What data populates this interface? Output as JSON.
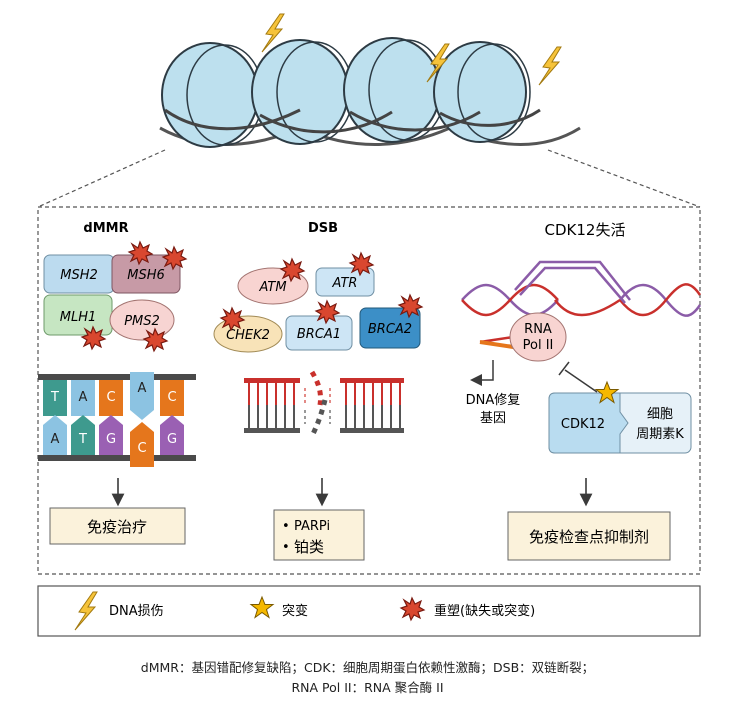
{
  "panels": {
    "dmmr": {
      "title": "dMMR",
      "proteins": [
        "MSH2",
        "MSH6",
        "MLH1",
        "PMS2"
      ],
      "dna_top": [
        "T",
        "A",
        "C",
        "A",
        "C"
      ],
      "dna_bottom": [
        "A",
        "T",
        "G",
        "C",
        "G"
      ],
      "therapy": "免疫治疗",
      "colors": {
        "msh2": "#bcdbef",
        "msh6": "#c79aa6",
        "mlh1": "#c6e6c2",
        "pms2": "#f7d4d2",
        "teal": "#3e9a8e",
        "blue": "#8cc3e2",
        "orange": "#e5761c",
        "purple": "#9a60b3"
      }
    },
    "dsb": {
      "title": "DSB",
      "proteins": [
        "ATM",
        "ATR",
        "CHEK2",
        "BRCA1",
        "BRCA2"
      ],
      "therapy_items": [
        "PARPi",
        "铂类"
      ],
      "colors": {
        "atm": "#f8d4d1",
        "atr": "#cde5f5",
        "chek2": "#f8e3b8",
        "brca1": "#cde5f5",
        "brca2": "#3c8fc7",
        "rung": "#c9302c",
        "rail": "#555555"
      }
    },
    "cdk12": {
      "title": "CDK12失活",
      "rnapol": [
        "RNA",
        "Pol II"
      ],
      "dna_repair_gene": [
        "DNA修复",
        "基因"
      ],
      "cdk12_label": "CDK12",
      "cyclin": [
        "细胞",
        "周期素K"
      ],
      "therapy": "免疫检查点抑制剂",
      "colors": {
        "helix_red": "#c9302c",
        "helix_purple": "#8b5ca8",
        "cdk12_box": "#b9dcf0",
        "star": "#f5b800"
      }
    }
  },
  "legend": {
    "items": [
      {
        "icon": "lightning-icon",
        "label": "DNA损伤"
      },
      {
        "icon": "star-icon",
        "label": "突变"
      },
      {
        "icon": "burst-icon",
        "label": "重塑(缺失或突变)"
      }
    ]
  },
  "footnote": {
    "line1": "dMMR：基因错配修复缺陷；CDK：细胞周期蛋白依赖性激酶；DSB：双链断裂；",
    "line2": "RNA Pol II：RNA 聚合酶 II"
  },
  "colors": {
    "nucleosome": "#bde0ee",
    "nucleosome_stroke": "#2d3b44",
    "lightning": "#f6c33a",
    "burst_fill": "#d9472f",
    "burst_stroke": "#7a1a10",
    "therapy_box": "#fbf2db",
    "arrow": "#3a3a3a"
  }
}
